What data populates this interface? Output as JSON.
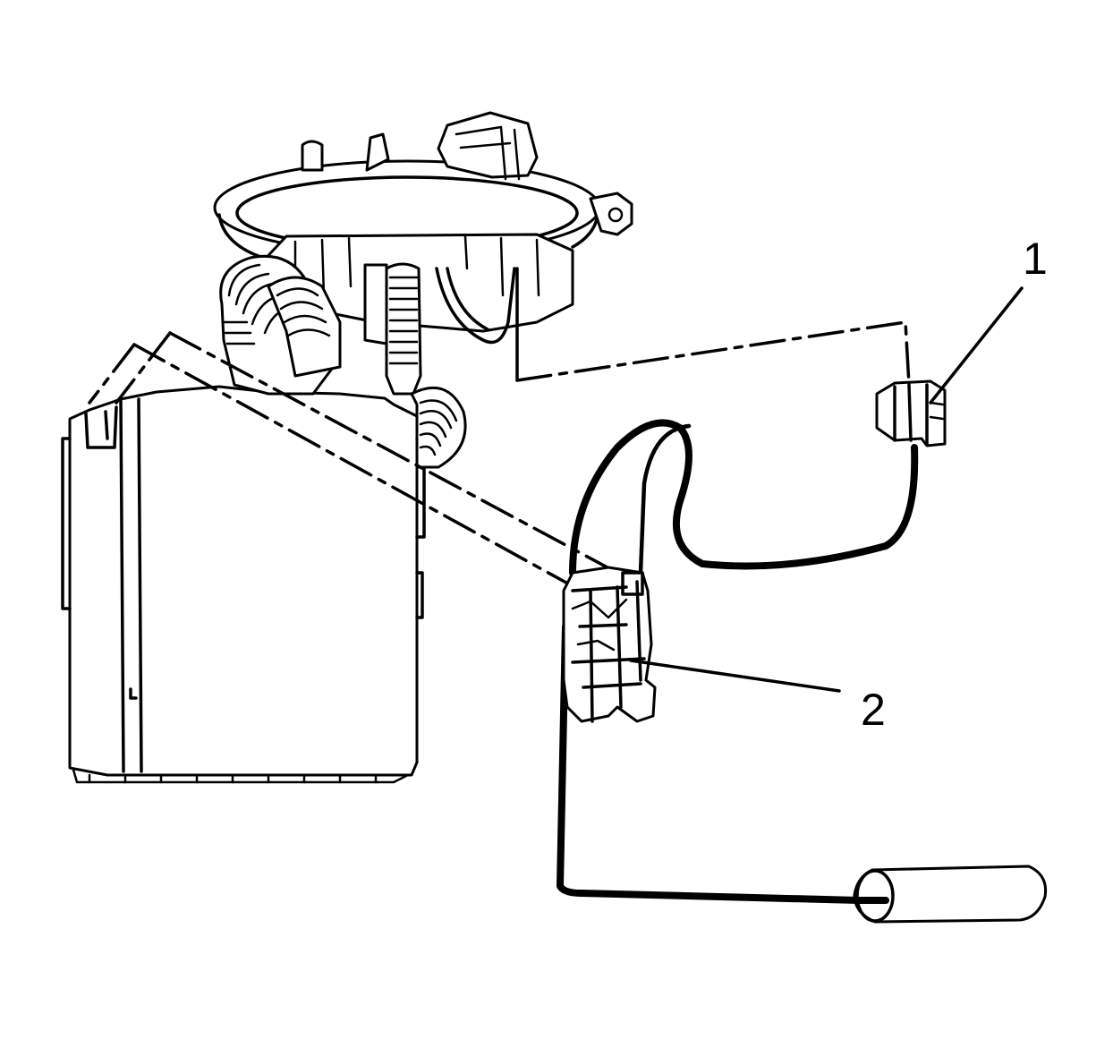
{
  "callouts": [
    {
      "label": "1",
      "target": "sender-connector"
    },
    {
      "label": "2",
      "target": "level-sensor-module"
    }
  ],
  "colors": {
    "ink": "#000000",
    "paper": "#ffffff"
  }
}
